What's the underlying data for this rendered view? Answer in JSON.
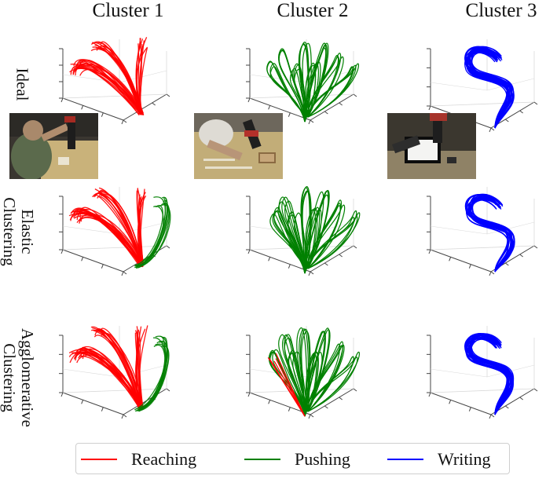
{
  "columns": [
    "Cluster 1",
    "Cluster 2",
    "Cluster 3"
  ],
  "rows": [
    {
      "label_lines": [
        "Ideal"
      ]
    },
    {
      "label_lines": [
        "Elastic",
        "Clustering"
      ]
    },
    {
      "label_lines": [
        "Agglomerative",
        "Clustering"
      ]
    }
  ],
  "legend": [
    {
      "label": "Reaching",
      "color": "#ff0000"
    },
    {
      "label": "Pushing",
      "color": "#008000"
    },
    {
      "label": "Writing",
      "color": "#0000ff"
    }
  ],
  "colors": {
    "reaching": "#ff0000",
    "pushing": "#008000",
    "writing": "#0000ff",
    "axes": "#444444",
    "grid": "#d9d9d9"
  },
  "panels": [
    {
      "row": 0,
      "col": 0,
      "shape": "fan",
      "mix": [
        "reaching"
      ]
    },
    {
      "row": 0,
      "col": 1,
      "shape": "tulip",
      "mix": [
        "pushing"
      ]
    },
    {
      "row": 0,
      "col": 2,
      "shape": "s-curve",
      "mix": [
        "writing"
      ]
    },
    {
      "row": 1,
      "col": 0,
      "shape": "fan",
      "mix": [
        "reaching",
        "pushing"
      ]
    },
    {
      "row": 1,
      "col": 1,
      "shape": "tulip",
      "mix": [
        "pushing"
      ]
    },
    {
      "row": 1,
      "col": 2,
      "shape": "s-curve",
      "mix": [
        "writing"
      ]
    },
    {
      "row": 2,
      "col": 0,
      "shape": "fan",
      "mix": [
        "reaching",
        "pushing"
      ]
    },
    {
      "row": 2,
      "col": 1,
      "shape": "tulip",
      "mix": [
        "pushing",
        "reaching"
      ]
    },
    {
      "row": 2,
      "col": 2,
      "shape": "s-curve",
      "mix": [
        "writing"
      ]
    }
  ],
  "photos": [
    {
      "scene": "reaching-demo"
    },
    {
      "scene": "pushing-demo"
    },
    {
      "scene": "writing-demo"
    }
  ]
}
